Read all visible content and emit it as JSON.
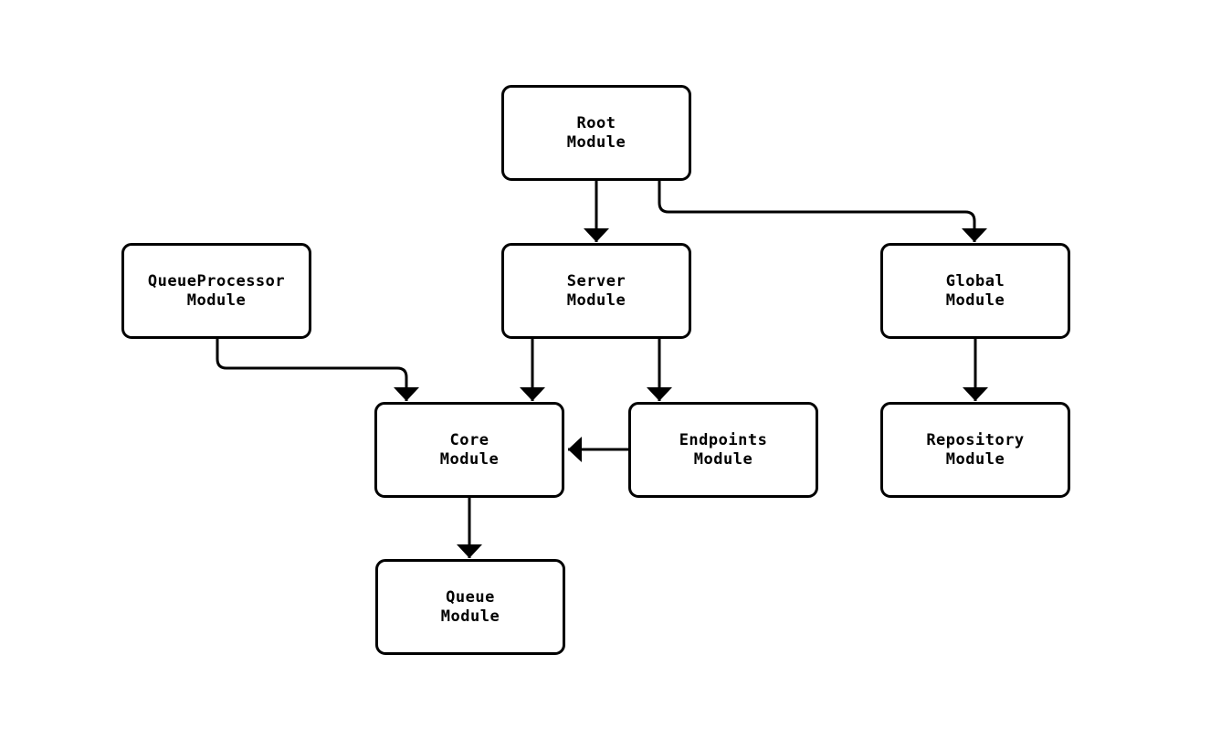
{
  "diagram": {
    "background_color": "#ffffff",
    "stroke_color": "#000000",
    "text_color": "#000000",
    "nodes": [
      {
        "id": "root",
        "label_line1": "Root",
        "label_line2": "Module"
      },
      {
        "id": "queueprocessor",
        "label_line1": "QueueProcessor",
        "label_line2": "Module"
      },
      {
        "id": "server",
        "label_line1": "Server",
        "label_line2": "Module"
      },
      {
        "id": "global",
        "label_line1": "Global",
        "label_line2": "Module"
      },
      {
        "id": "core",
        "label_line1": "Core",
        "label_line2": "Module"
      },
      {
        "id": "endpoints",
        "label_line1": "Endpoints",
        "label_line2": "Module"
      },
      {
        "id": "repository",
        "label_line1": "Repository",
        "label_line2": "Module"
      },
      {
        "id": "queue",
        "label_line1": "Queue",
        "label_line2": "Module"
      }
    ],
    "edges": [
      {
        "from": "root",
        "to": "server"
      },
      {
        "from": "root",
        "to": "global"
      },
      {
        "from": "queueprocessor",
        "to": "core"
      },
      {
        "from": "server",
        "to": "core"
      },
      {
        "from": "server",
        "to": "endpoints"
      },
      {
        "from": "endpoints",
        "to": "core"
      },
      {
        "from": "global",
        "to": "repository"
      },
      {
        "from": "core",
        "to": "queue"
      }
    ]
  }
}
